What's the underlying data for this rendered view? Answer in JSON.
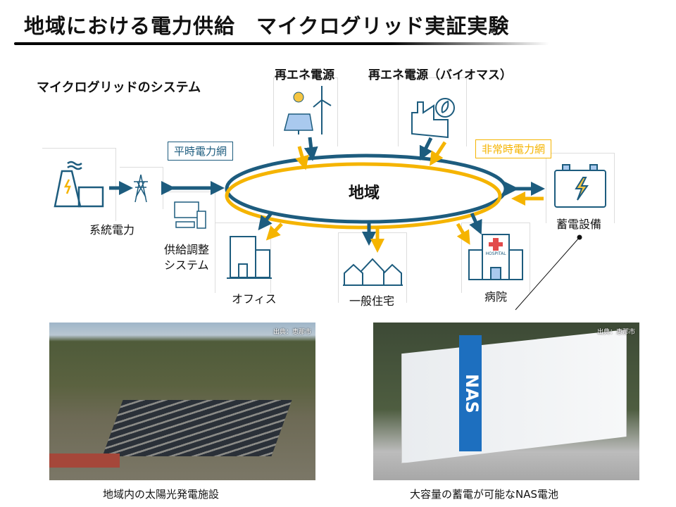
{
  "header": {
    "title": "地域における電力供給　マイクログリッド実証実験"
  },
  "diagram": {
    "subtitle": "マイクログリッドのシステム",
    "center_label": "地域",
    "normal_grid_label": "平時電力網",
    "emergency_grid_label": "非常時電力網",
    "nodes": {
      "grid_power": "系統電力",
      "supply_control_line1": "供給調整",
      "supply_control_line2": "システム",
      "renewable": "再エネ電源",
      "renewable_biomass": "再エネ電源（バイオマス）",
      "storage": "蓄電設備",
      "office": "オフィス",
      "housing": "一般住宅",
      "hospital": "病院",
      "hospital_sign": "HOSPITAL"
    },
    "colors": {
      "normal": "#1d5c7e",
      "emergency": "#f5b400"
    }
  },
  "photos": [
    {
      "caption": "地域内の太陽光発電施設",
      "credit": "出典：恵那市"
    },
    {
      "caption": "大容量の蓄電が可能なNAS電池",
      "credit": "出典：恵那市",
      "logo": "NAS"
    }
  ]
}
